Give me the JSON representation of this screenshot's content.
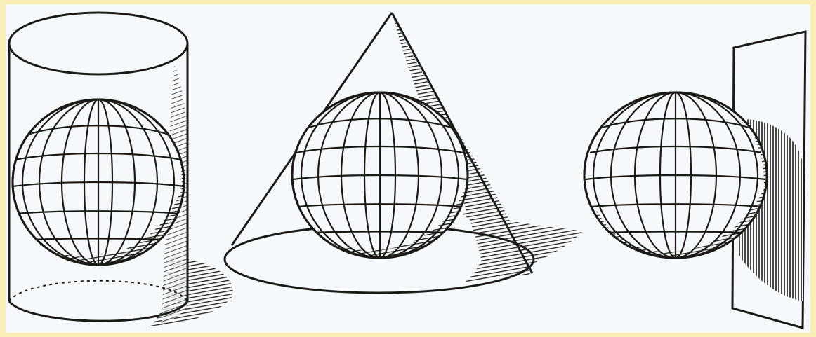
{
  "figure": {
    "frame_color": "#f8eeb6",
    "paper_color": "#f6f9fb",
    "ink_color": "#1c1a16",
    "panels": [
      {
        "id": "cylindrical",
        "surface": "cylinder",
        "icon": "globe-in-cylinder-icon"
      },
      {
        "id": "conic",
        "surface": "cone",
        "icon": "globe-in-cone-icon"
      },
      {
        "id": "planar",
        "surface": "plane",
        "icon": "globe-touching-plane-icon"
      }
    ]
  }
}
